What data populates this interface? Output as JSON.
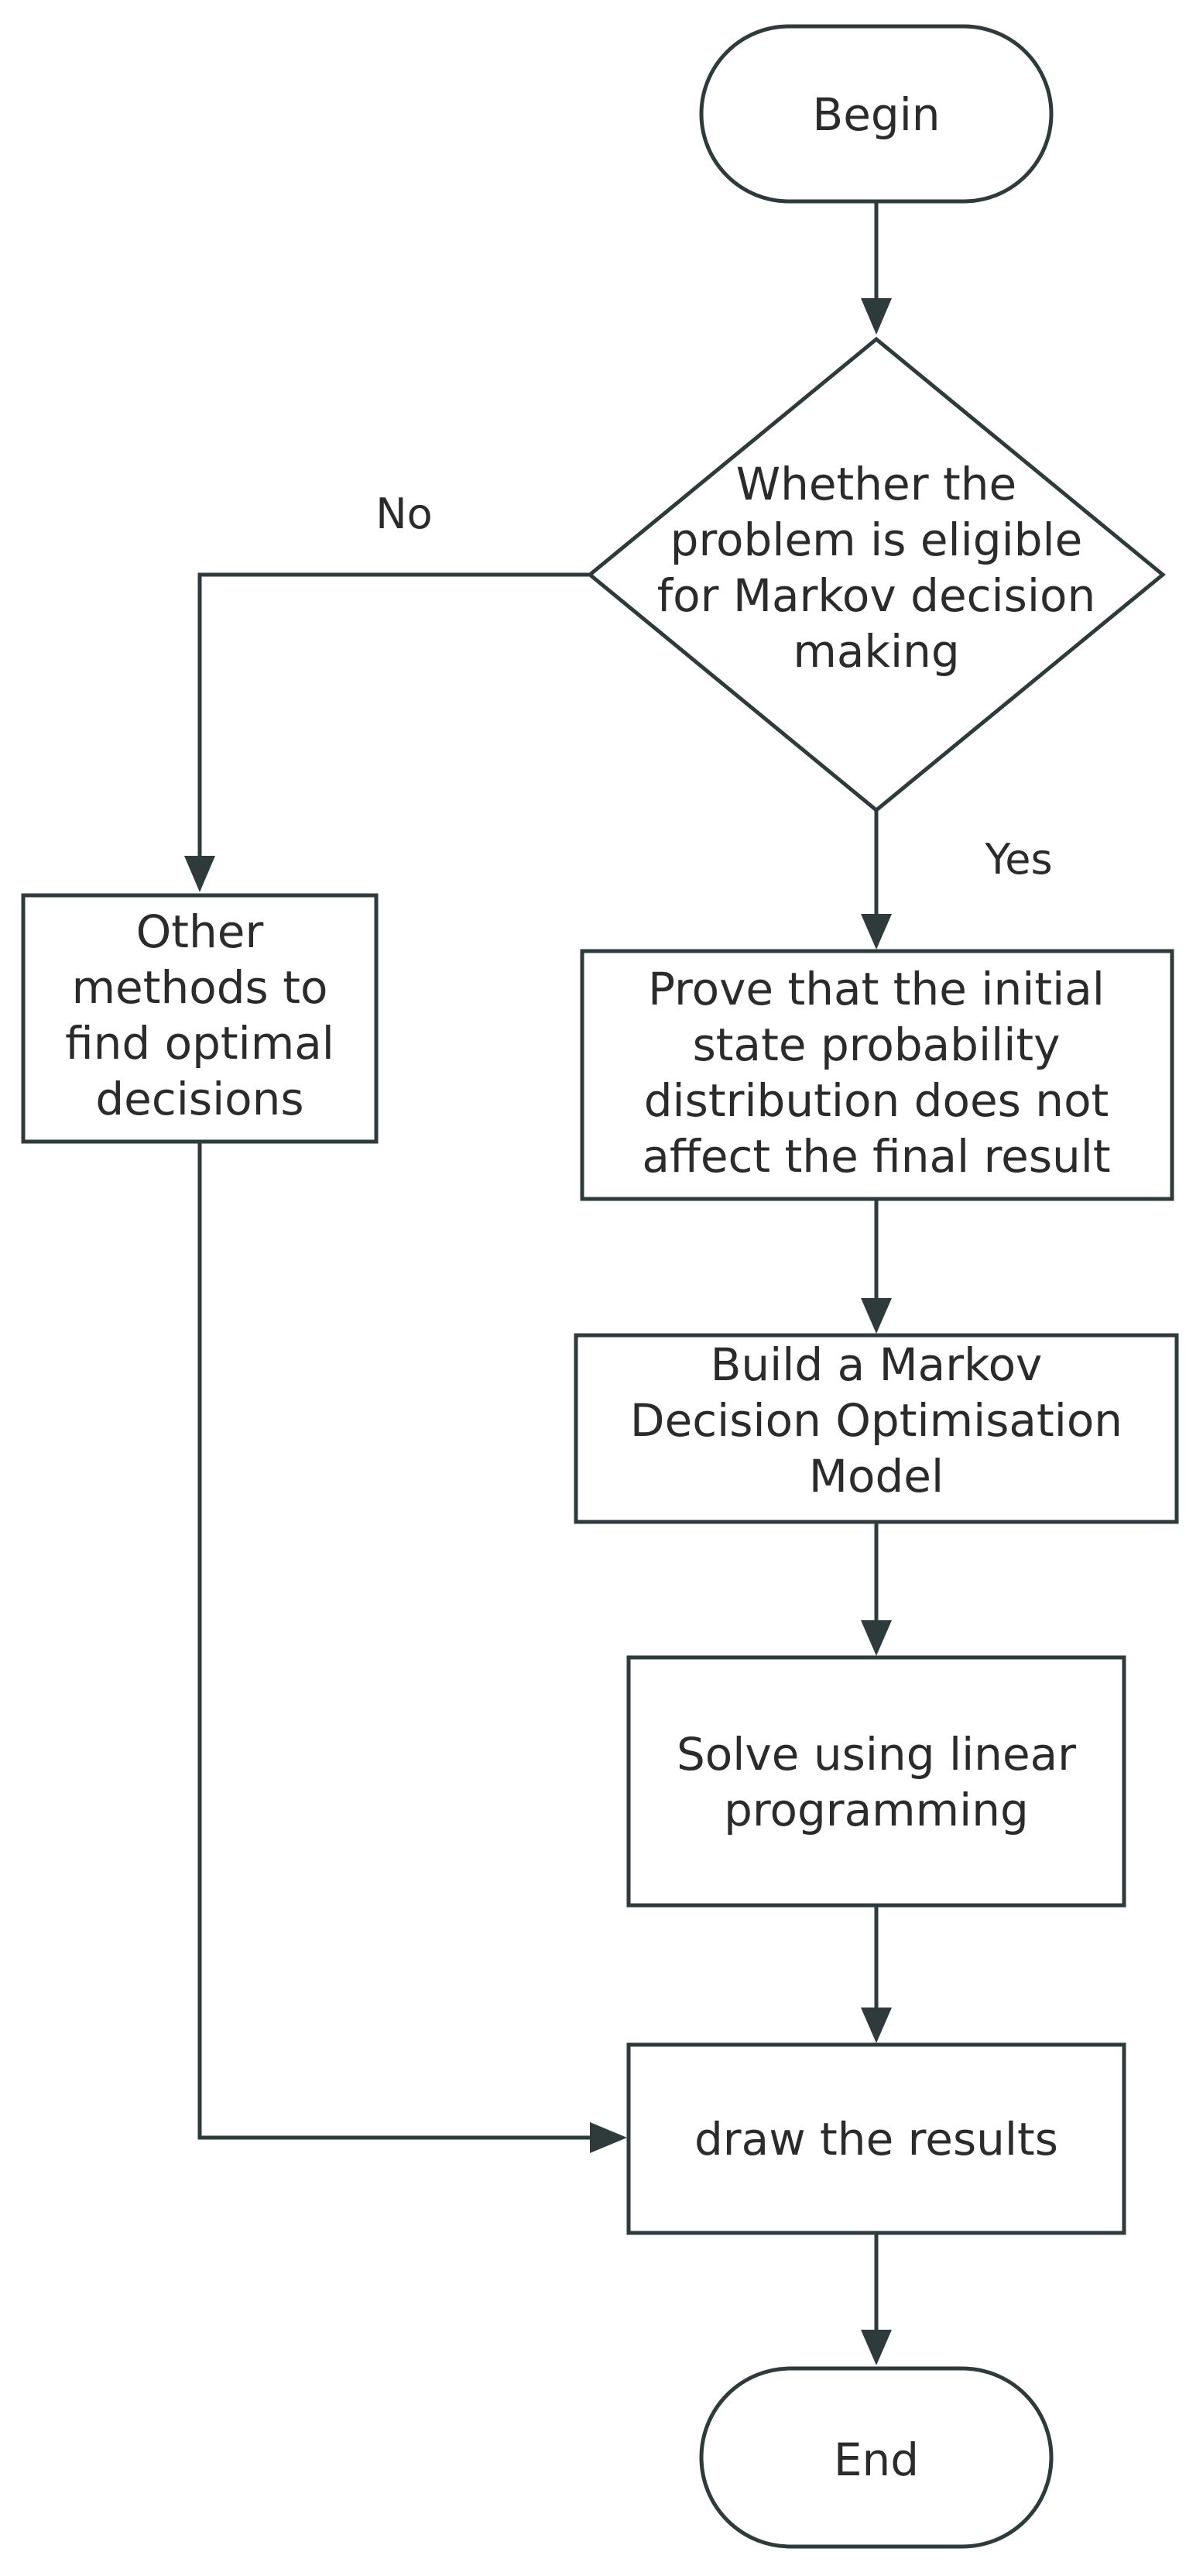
{
  "nodes": {
    "begin": {
      "lines": [
        "Begin"
      ]
    },
    "decision": {
      "lines": [
        "Whether the",
        "problem is eligible",
        "for Markov decision",
        "making"
      ]
    },
    "other_methods": {
      "lines": [
        "Other",
        "methods to",
        "find optimal",
        "decisions"
      ]
    },
    "prove": {
      "lines": [
        "Prove that the initial",
        "state probability",
        "distribution does not",
        "affect the final result"
      ]
    },
    "build_model": {
      "lines": [
        "Build a Markov",
        "Decision Optimisation",
        "Model"
      ]
    },
    "solve": {
      "lines": [
        "Solve using linear",
        "programming"
      ]
    },
    "draw_results": {
      "lines": [
        "draw the results"
      ]
    },
    "end": {
      "lines": [
        "End"
      ]
    }
  },
  "edges": {
    "no_label": "No",
    "yes_label": "Yes"
  },
  "colors": {
    "stroke": "#2f3b3b",
    "text": "#2b2b2b",
    "background": "#ffffff"
  }
}
